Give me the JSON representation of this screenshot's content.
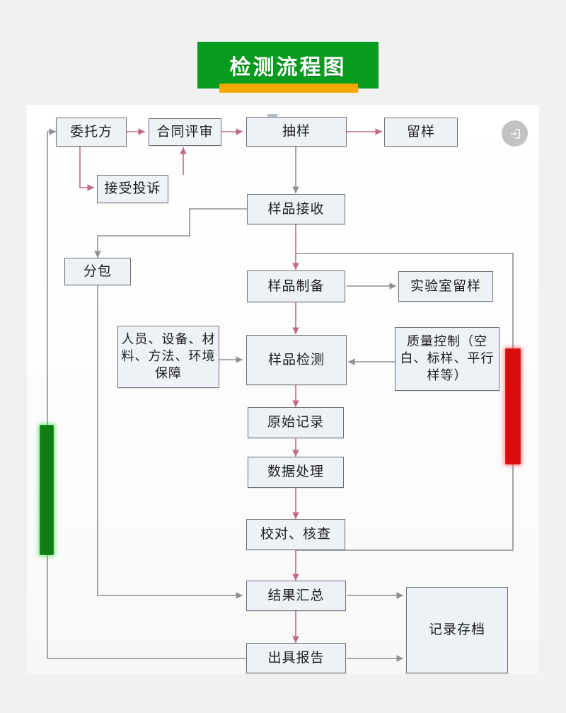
{
  "page": {
    "background_color": "#f1f1ef",
    "canvas_color": "#fdfdfd"
  },
  "header": {
    "title": "检测流程图",
    "banner_color": "#089c1f",
    "underline_color": "#f5a800",
    "text_color": "#ffffff"
  },
  "corner_button": {
    "icon": "enter-arrow-icon",
    "color": "#b9b9b9"
  },
  "highlights": [
    {
      "name": "green-marker",
      "color": "#127c15",
      "side": "left"
    },
    {
      "name": "red-marker",
      "color": "#d80d0d",
      "side": "right"
    }
  ],
  "diagram": {
    "type": "flowchart",
    "node_fill": "#eef1f6",
    "node_border": "#6f7277",
    "arrow_pink": "#c96b8e",
    "arrow_gray": "#8d9096",
    "nodes": [
      {
        "id": "client",
        "label": "委托方"
      },
      {
        "id": "contract",
        "label": "合同评审"
      },
      {
        "id": "sampling",
        "label": "抽样"
      },
      {
        "id": "retain",
        "label": "留样"
      },
      {
        "id": "complaint",
        "label": "接受投诉"
      },
      {
        "id": "receive",
        "label": "样品接收"
      },
      {
        "id": "subcontract",
        "label": "分包"
      },
      {
        "id": "prepare",
        "label": "样品制备"
      },
      {
        "id": "lab_retain",
        "label": "实验室留样"
      },
      {
        "id": "resources",
        "label": "人员、设备、材料、方法、环境保障"
      },
      {
        "id": "test",
        "label": "样品检测"
      },
      {
        "id": "qc",
        "label": "质量控制（空白、标样、平行样等）"
      },
      {
        "id": "raw_record",
        "label": "原始记录"
      },
      {
        "id": "data_proc",
        "label": "数据处理"
      },
      {
        "id": "proofread",
        "label": "校对、核查"
      },
      {
        "id": "summary",
        "label": "结果汇总"
      },
      {
        "id": "report",
        "label": "出具报告"
      },
      {
        "id": "archive",
        "label": "记录存档"
      }
    ],
    "edges": [
      {
        "from": "client",
        "to": "contract",
        "color": "pink"
      },
      {
        "from": "contract",
        "to": "sampling",
        "color": "pink"
      },
      {
        "from": "sampling",
        "to": "retain",
        "color": "pink"
      },
      {
        "from": "client",
        "to": "complaint",
        "color": "pink"
      },
      {
        "from": "complaint",
        "to": "contract",
        "color": "pink"
      },
      {
        "from": "sampling",
        "to": "receive",
        "color": "gray"
      },
      {
        "from": "receive",
        "to": "subcontract",
        "color": "gray"
      },
      {
        "from": "receive",
        "to": "prepare",
        "color": "pink"
      },
      {
        "from": "prepare",
        "to": "lab_retain",
        "color": "gray"
      },
      {
        "from": "prepare",
        "to": "test",
        "color": "pink"
      },
      {
        "from": "resources",
        "to": "test",
        "color": "gray"
      },
      {
        "from": "qc",
        "to": "test",
        "color": "gray"
      },
      {
        "from": "test",
        "to": "raw_record",
        "color": "pink"
      },
      {
        "from": "raw_record",
        "to": "data_proc",
        "color": "pink"
      },
      {
        "from": "data_proc",
        "to": "proofread",
        "color": "pink"
      },
      {
        "from": "proofread",
        "to": "summary",
        "color": "pink"
      },
      {
        "from": "subcontract",
        "to": "summary",
        "color": "gray"
      },
      {
        "from": "summary",
        "to": "report",
        "color": "pink"
      },
      {
        "from": "summary",
        "to": "archive",
        "color": "gray"
      },
      {
        "from": "report",
        "to": "archive",
        "color": "gray"
      },
      {
        "from": "report",
        "to": "client",
        "color": "gray"
      },
      {
        "from": "proofread",
        "to": "prepare",
        "color": "gray"
      }
    ]
  }
}
